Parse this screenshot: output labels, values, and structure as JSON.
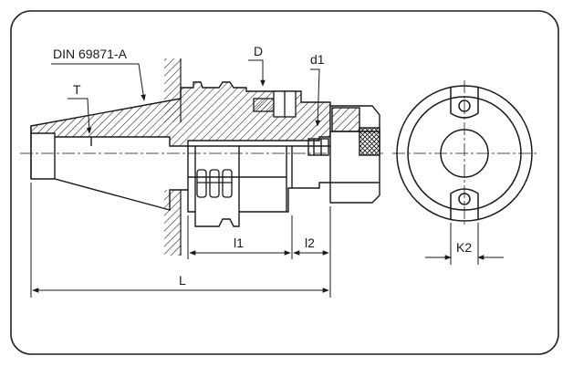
{
  "labels": {
    "standard": "DIN 69871-A",
    "T": "T",
    "D": "D",
    "d1": "d1",
    "l1": "l1",
    "l2": "l2",
    "L": "L",
    "K2": "K2"
  },
  "colors": {
    "line": "#1a1a1a",
    "frame": "#222222",
    "background": "#ffffff"
  },
  "icons": {
    "arrowhead": "filled-triangle-arrow"
  }
}
